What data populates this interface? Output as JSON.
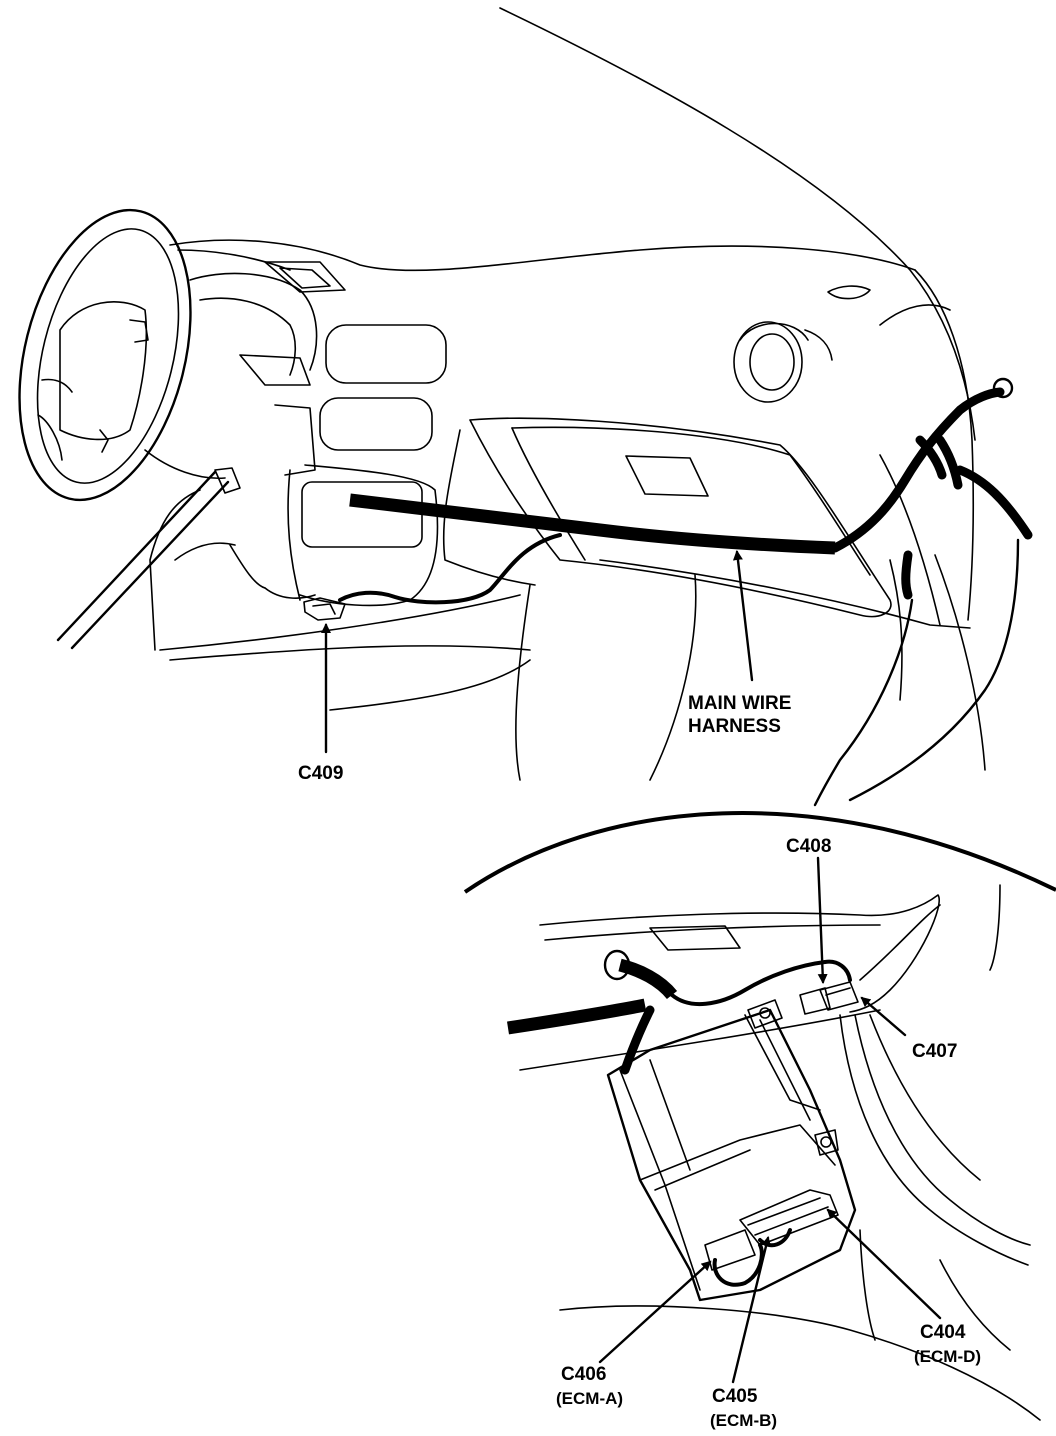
{
  "labels": {
    "main_wire_harness_line1": "MAIN WIRE",
    "main_wire_harness_line2": "HARNESS",
    "c409": "C409",
    "c408": "C408",
    "c407": "C407",
    "c404": "C404",
    "c404_sub": "(ECM-D)",
    "c406": "C406",
    "c406_sub": "(ECM-A)",
    "c405": "C405",
    "c405_sub": "(ECM-B)"
  }
}
